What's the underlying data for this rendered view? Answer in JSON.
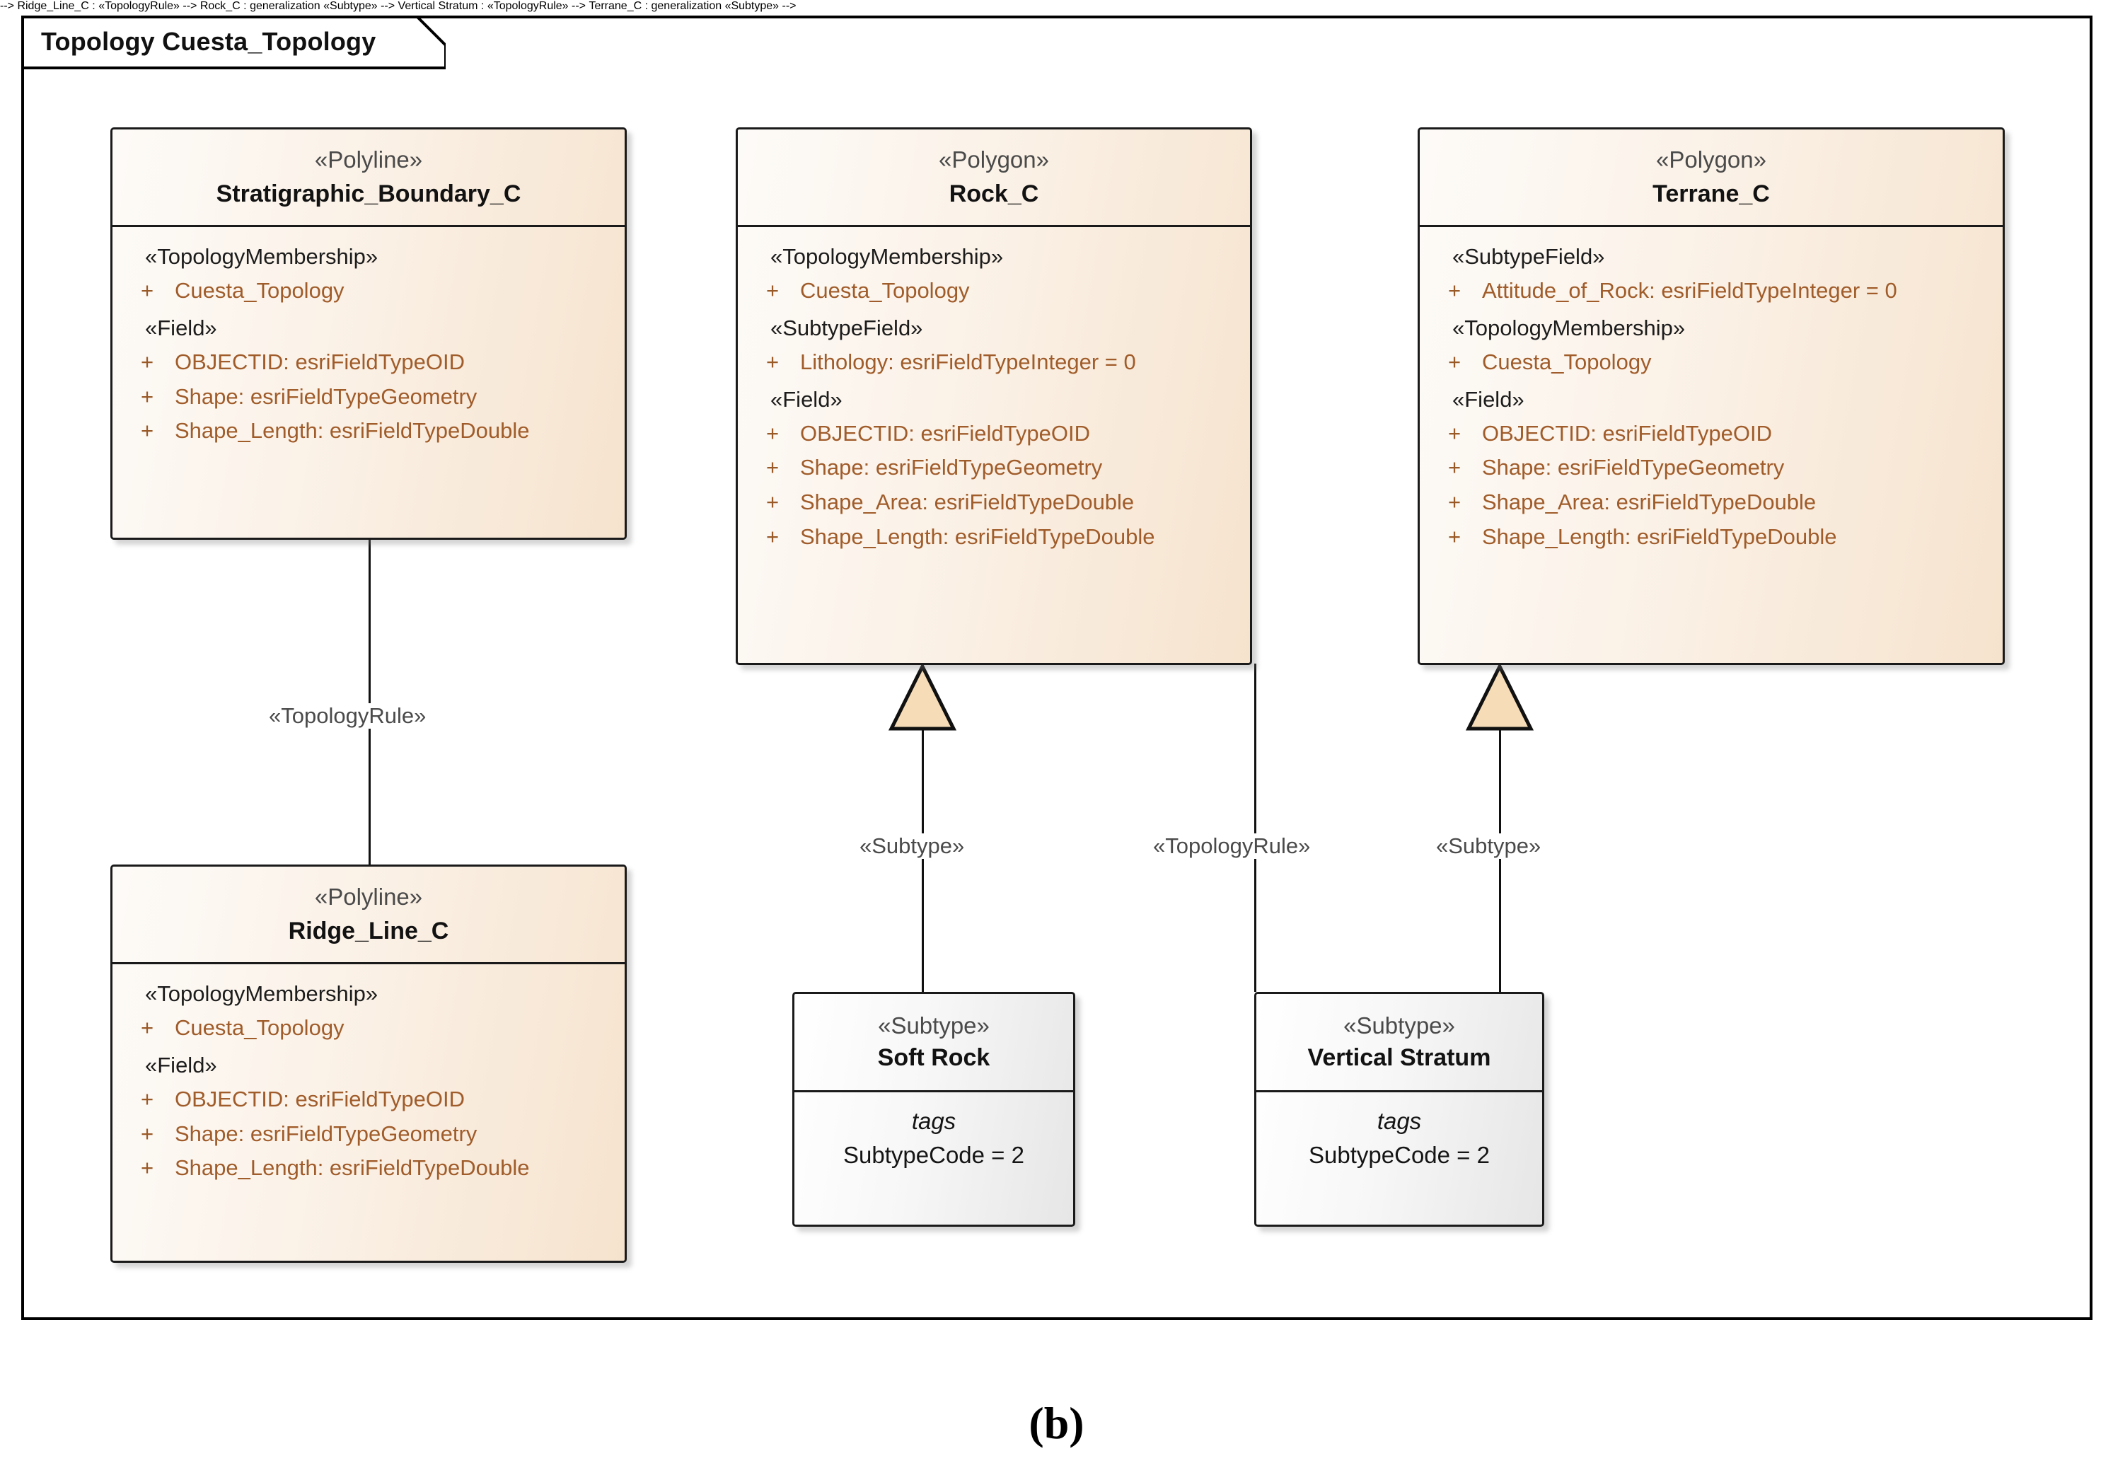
{
  "frame": {
    "tab_label": "Topology Cuesta_Topology"
  },
  "caption": "(b)",
  "colors": {
    "class_fill_light": "#fdfbf8",
    "class_fill_dark": "#f6e3ce",
    "subtype_fill_light": "#ffffff",
    "subtype_fill_dark": "#e6e6e6",
    "border": "#1a1a1a",
    "attribute_text": "#a05c2a",
    "stereotype_text": "#4a4a4a",
    "arrow_fill": "#f6ddb8"
  },
  "classes": [
    {
      "id": "stratigraphic_boundary_c",
      "stereotype": "«Polyline»",
      "name": "Stratigraphic_Boundary_C",
      "groups": [
        {
          "label": "«TopologyMembership»",
          "attributes": [
            {
              "visibility": "+",
              "text": "Cuesta_Topology"
            }
          ]
        },
        {
          "label": "«Field»",
          "attributes": [
            {
              "visibility": "+",
              "text": "OBJECTID: esriFieldTypeOID"
            },
            {
              "visibility": "+",
              "text": "Shape: esriFieldTypeGeometry"
            },
            {
              "visibility": "+",
              "text": "Shape_Length: esriFieldTypeDouble"
            }
          ]
        }
      ]
    },
    {
      "id": "rock_c",
      "stereotype": "«Polygon»",
      "name": "Rock_C",
      "groups": [
        {
          "label": "«TopologyMembership»",
          "attributes": [
            {
              "visibility": "+",
              "text": "Cuesta_Topology"
            }
          ]
        },
        {
          "label": "«SubtypeField»",
          "attributes": [
            {
              "visibility": "+",
              "text": "Lithology: esriFieldTypeInteger = 0"
            }
          ]
        },
        {
          "label": "«Field»",
          "attributes": [
            {
              "visibility": "+",
              "text": "OBJECTID: esriFieldTypeOID"
            },
            {
              "visibility": "+",
              "text": "Shape: esriFieldTypeGeometry"
            },
            {
              "visibility": "+",
              "text": "Shape_Area: esriFieldTypeDouble"
            },
            {
              "visibility": "+",
              "text": "Shape_Length: esriFieldTypeDouble"
            }
          ]
        }
      ]
    },
    {
      "id": "terrane_c",
      "stereotype": "«Polygon»",
      "name": "Terrane_C",
      "groups": [
        {
          "label": "«SubtypeField»",
          "attributes": [
            {
              "visibility": "+",
              "text": "Attitude_of_Rock: esriFieldTypeInteger = 0"
            }
          ]
        },
        {
          "label": "«TopologyMembership»",
          "attributes": [
            {
              "visibility": "+",
              "text": "Cuesta_Topology"
            }
          ]
        },
        {
          "label": "«Field»",
          "attributes": [
            {
              "visibility": "+",
              "text": "OBJECTID: esriFieldTypeOID"
            },
            {
              "visibility": "+",
              "text": "Shape: esriFieldTypeGeometry"
            },
            {
              "visibility": "+",
              "text": "Shape_Area: esriFieldTypeDouble"
            },
            {
              "visibility": "+",
              "text": "Shape_Length: esriFieldTypeDouble"
            }
          ]
        }
      ]
    },
    {
      "id": "ridge_line_c",
      "stereotype": "«Polyline»",
      "name": "Ridge_Line_C",
      "groups": [
        {
          "label": "«TopologyMembership»",
          "attributes": [
            {
              "visibility": "+",
              "text": "Cuesta_Topology"
            }
          ]
        },
        {
          "label": "«Field»",
          "attributes": [
            {
              "visibility": "+",
              "text": "OBJECTID: esriFieldTypeOID"
            },
            {
              "visibility": "+",
              "text": "Shape: esriFieldTypeGeometry"
            },
            {
              "visibility": "+",
              "text": "Shape_Length: esriFieldTypeDouble"
            }
          ]
        }
      ]
    }
  ],
  "subtypes": [
    {
      "id": "soft_rock",
      "stereotype": "«Subtype»",
      "name": "Soft Rock",
      "tags_label": "tags",
      "tag_value": "SubtypeCode = 2"
    },
    {
      "id": "vertical_stratum",
      "stereotype": "«Subtype»",
      "name": "Vertical Stratum",
      "tags_label": "tags",
      "tag_value": "SubtypeCode = 2"
    }
  ],
  "edges": [
    {
      "id": "strat_to_ridge",
      "label": "«TopologyRule»",
      "kind": "association",
      "from": "stratigraphic_boundary_c",
      "to": "ridge_line_c"
    },
    {
      "id": "softrock_to_rock",
      "label": "«Subtype»",
      "kind": "generalization",
      "from": "soft_rock",
      "to": "rock_c"
    },
    {
      "id": "rock_to_vertical",
      "label": "«TopologyRule»",
      "kind": "association",
      "from": "rock_c",
      "to": "vertical_stratum"
    },
    {
      "id": "vertical_to_terrane",
      "label": "«Subtype»",
      "kind": "generalization",
      "from": "vertical_stratum",
      "to": "terrane_c"
    }
  ]
}
